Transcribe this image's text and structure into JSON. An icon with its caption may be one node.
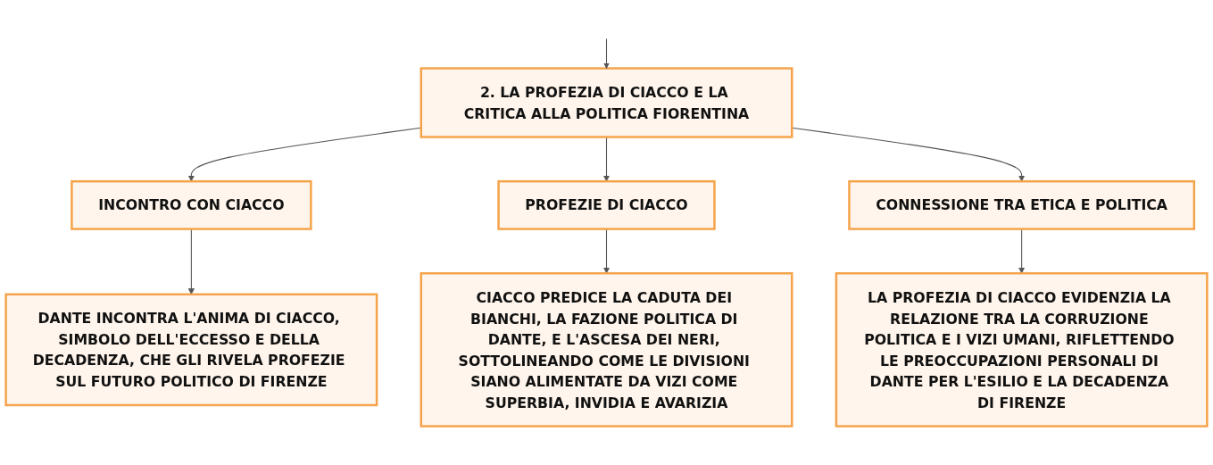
{
  "diagram": {
    "nodes": [
      {
        "text": [
          "2. LA PROFEZIA DI CIACCO E LA CRITICA ALLA POLITICA FIORENTINA"
        ]
      },
      {
        "text": [
          "INCONTRO CON CIACCO"
        ]
      },
      {
        "text": [
          "PROFEZIE DI CIACCO"
        ]
      },
      {
        "text": [
          "CONNESSIONE TRA ETICA E POLITICA"
        ]
      },
      {
        "text": [
          "DANTE INCONTRA L'ANIMA DI CIACCO, SIMBOLO DELL'ECCESSO E DELLA DECADENZA, CHE GLI RIVELA PROFEZIE SUL FUTURO POLITICO DI FIRENZE"
        ]
      },
      {
        "text": [
          "CIACCO PREDICE LA CADUTA DEI BIANCHI, LA FAZIONE POLITICA DI DANTE, E L'ASCESA DEI NERI, SOTTOLINEANDO COME LE DIVISIONI SIANO ALIMENTATE DA VIZI COME SUPERBIA, INVIDIA E AVARIZIA"
        ]
      },
      {
        "text": [
          "LA PROFEZIA DI CIACCO EVIDENZIA LA RELAZIONE TRA LA CORRUZIONE POLITICA E I VIZI UMANI, RIFLETTENDO LE PREOCCUPAZIONI PERSONALI DI DANTE PER L'ESILIO E LA DECADENZA DI FIRENZE"
        ]
      }
    ],
    "edges": [
      {
        "from": null,
        "to": 0,
        "arrow": "to"
      },
      {
        "from": 0,
        "to": 1,
        "arrow": "to"
      },
      {
        "from": 0,
        "to": 2,
        "arrow": "to"
      },
      {
        "from": 0,
        "to": 3,
        "arrow": "to"
      },
      {
        "from": 1,
        "to": 4,
        "arrow": "to"
      },
      {
        "from": 2,
        "to": 5,
        "arrow": "to"
      },
      {
        "from": 3,
        "to": 6,
        "arrow": "to"
      }
    ]
  }
}
